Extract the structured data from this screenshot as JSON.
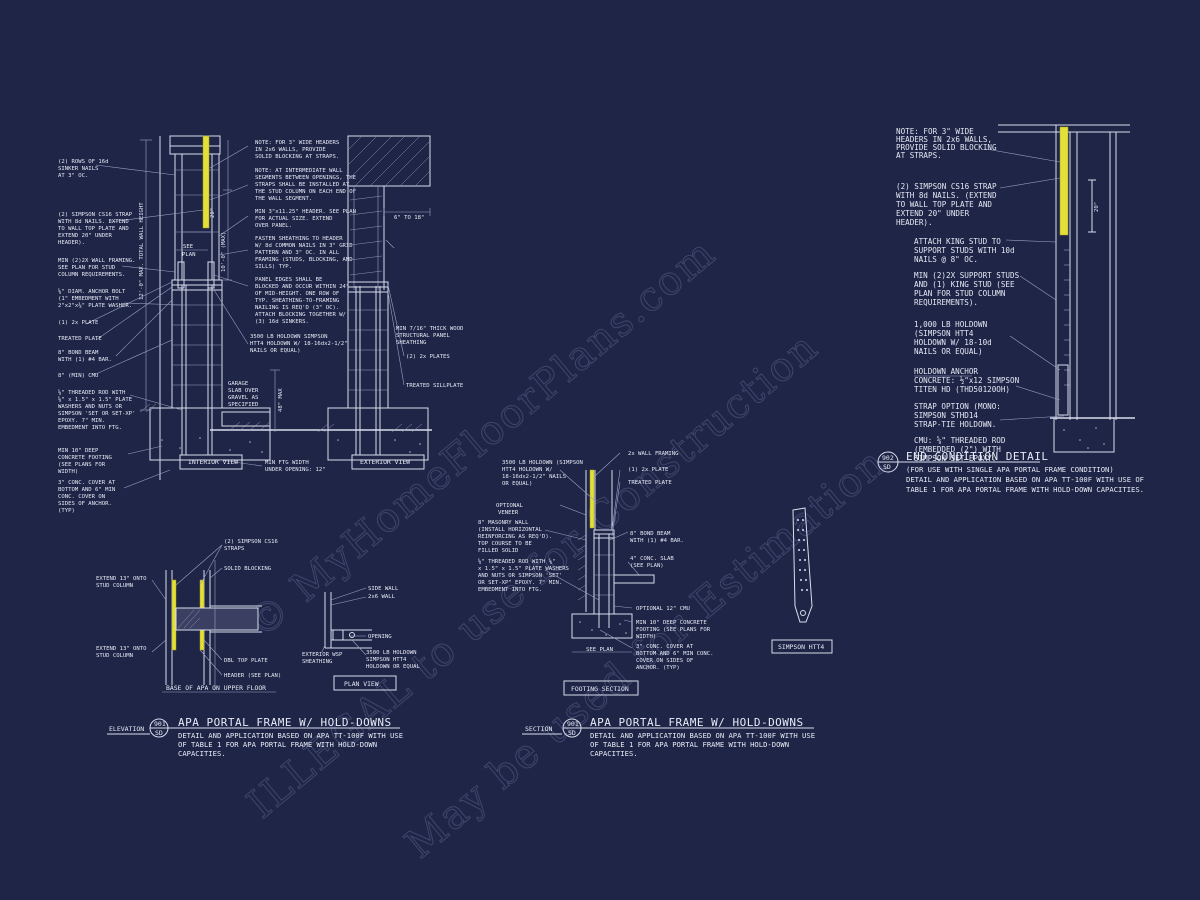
{
  "watermark": {
    "line1": "© MyHomeFloorPlans.com",
    "line2": "ILLEGAL to use for Construction",
    "line3": "May be used for Estimation"
  },
  "interior": {
    "notes_left": [
      "(2) ROWS OF 16d",
      "SINKER NAILS",
      "AT 3\" OC.",
      "(2) SIMPSON CS16 STRAP",
      "WITH 8d NAILS. EXTEND",
      "TO WALL TOP PLATE AND",
      "EXTEND 20\" UNDER",
      "HEADER).",
      "MIN (2)2X WALL FRAMING.",
      "SEE PLAN FOR STUD",
      "COLUMN REQUIREMENTS.",
      "⅝\" DIAM. ANCHOR BOLT",
      "(1\" EMBEDMENT WITH",
      "2\"x2\"x⅜\" PLATE WASHER.",
      "(1) 2x PLATE",
      "TREATED PLATE",
      "8\" BOND BEAM",
      "WITH (1) #4 BAR.",
      "8\" (MIN) CMU",
      "⅝\" THREADED ROD WITH",
      "⅝\" x 1.5\" x 1.5\" PLATE",
      "WASHERS AND NUTS OR",
      "SIMPSON 'SET OR SET-XP'",
      "EPOXY.  7\" MIN.",
      "EMBEDMENT INTO FTG.",
      "MIN 10\" DEEP",
      "CONCRETE FOOTING",
      "(SEE PLANS FOR",
      "WIDTH)",
      "3\" CONC. COVER AT",
      "BOTTOM AND 6\" MIN",
      "CONC. COVER ON",
      "SIDES OF ANCHOR.",
      "(TYP)"
    ],
    "notes_right": [
      "NOTE: FOR 3\" WIDE HEADERS",
      "IN 2x6 WALLS, PROVIDE",
      "SOLID BLOCKING AT STRAPS.",
      "NOTE: AT INTERMEDIATE WALL",
      "SEGMENTS BETWEEN OPENINGS, THE",
      "STRAPS SHALL BE INSTALLED AT",
      "THE STUD COLUMN ON EACH END OF",
      "THE WALL SEGMENT.",
      "MIN 3\"x11.25\" HEADER. SEE PLAN",
      "FOR ACTUAL SIZE. EXTEND",
      "OVER PANEL.",
      "FASTEN SHEATHING TO HEADER",
      "W/ 8d COMMON NAILS IN 3\" GRID",
      "PATTERN AND 3\" OC. IN ALL",
      "FRAMING (STUDS, BLOCKING, AND",
      "SILLS) TYP.",
      "PANEL EDGES SHALL BE",
      "BLOCKED AND OCCUR WITHIN 24\"",
      "OF MID-HEIGHT.  ONE ROW OF",
      "TYP. SHEATHING-TO-FRAMING",
      "NAILING IS REQ'D (3\" OC).",
      "ATTACH BLOCKING TOGETHER W/",
      "(3) 16d SINKERS.",
      "3500 LB HOLDOWN SIMPSON",
      "HTT4 HOLDOWN W/ 18-16dx2-1/2\"",
      "NAILS OR EQUAL)"
    ],
    "dims": [
      "SEE",
      "PLAN",
      "12'-0\" MAX. TOTAL WALL HEIGHT",
      "10'-0\" (MAX)",
      "20\"",
      "48\" MAX"
    ],
    "garage_note": [
      "GARAGE",
      "SLAB OVER",
      "GRAVEL AS",
      "SPECIFIED"
    ],
    "min_ftg": [
      "MIN FTG WIDTH",
      "UNDER OPENING: 12\""
    ],
    "label": "INTERIOR VIEW"
  },
  "exterior": {
    "dim": "6\" TO 18\"",
    "notes": [
      "MIN 7/16\" THICK WOOD",
      "STRUCTURAL PANEL",
      "SHEATHING",
      "(2) 2x PLATES",
      "TREATED SILLPLATE"
    ],
    "label": "EXTERIOR VIEW"
  },
  "base": {
    "notes": [
      "(2) SIMPSON CS16",
      "STRAPS",
      "SOLID BLOCKING",
      "EXTEND 13\" ONTO",
      "STUD COLUMN",
      "EXTEND 13\" ONTO",
      "STUD COLUMN",
      "DBL TOP PLATE",
      "HEADER (SEE PLAN)"
    ],
    "label": "BASE OF APA ON UPPER FLOOR"
  },
  "plan": {
    "notes": [
      "SIDE WALL",
      "2x6 WALL",
      "OPENING",
      "EXTERIOR WSP",
      "SHEATHING",
      "3500 LB HOLDOWN",
      "SIMPSON HTT4",
      "HOLDOWN OR EQUAL"
    ],
    "label": "PLAN VIEW"
  },
  "title1": {
    "tag": "ELEVATION",
    "num": "901",
    "sheet": "SD",
    "title": "APA PORTAL FRAME W/ HOLD-DOWNS",
    "desc": [
      "DETAIL AND APPLICATION BASED ON APA TT-100F WITH USE",
      "OF TABLE 1 FOR APA PORTAL FRAME WITH HOLD-DOWN",
      "CAPACITIES."
    ]
  },
  "footing": {
    "notes": [
      "3500 LB HOLDOWN (SIMPSON",
      "HTT4 HOLDOWN W/",
      "18-16dx2-1/2\" NAILS",
      "OR EQUAL)",
      "2x WALL FRAMING",
      "(1) 2x PLATE",
      "TREATED PLATE",
      "OPTIONAL",
      "VENEER",
      "8\" MASONRY WALL",
      "(INSTALL HORIZONTAL",
      "REINFORCING AS REQ'D).",
      "TOP COURSE TO BE",
      "FILLED SOLID",
      "⅝\" THREADED ROD WITH ⅝\"",
      "x 1.5\" x 1.5\" PLATE WASHERS",
      "AND NUTS OR SIMPSON 'SET'",
      "OR SET-XP\" EPOXY.  7\" MIN.",
      "EMBEDMENT INTO FTG.",
      "8\" BOND BEAM",
      "WITH (1) #4 BAR.",
      "4\" CONC. SLAB",
      "(SEE PLAN)",
      "OPTIONAL 12\" CMU",
      "MIN 10\" DEEP CONCRETE",
      "FOOTING (SEE PLANS FOR",
      "WIDTH)",
      "3\" CONC. COVER AT",
      "BOTTOM AND 6\" MIN CONC.",
      "COVER ON SIDES OF",
      "ANCHOR. (TYP)",
      "SEE PLAN"
    ],
    "label": "FOOTING SECTION"
  },
  "htt4": {
    "label": "SIMPSON HTT4"
  },
  "title2": {
    "tag": "SECTION",
    "num": "901",
    "sheet": "SD",
    "title": "APA PORTAL FRAME W/ HOLD-DOWNS",
    "desc": [
      "DETAIL AND APPLICATION BASED ON APA TT-100F WITH USE",
      "OF TABLE 1 FOR APA PORTAL FRAME WITH HOLD-DOWN",
      "CAPACITIES."
    ]
  },
  "end": {
    "notes": [
      "NOTE: FOR 3\" WIDE",
      "HEADERS IN 2x6 WALLS,",
      "PROVIDE SOLID BLOCKING",
      "AT STRAPS.",
      "(2) SIMPSON CS16 STRAP",
      "WITH 8d NAILS. (EXTEND",
      "TO WALL TOP PLATE AND",
      "EXTEND 20\" UNDER",
      "HEADER).",
      "ATTACH KING STUD TO",
      "SUPPORT STUDS WITH 10d",
      "NAILS @ 8\" OC.",
      "MIN (2)2X SUPPORT STUDS",
      "AND (1) KING STUD (SEE",
      "PLAN FOR STUD COLUMN",
      "REQUIREMENTS).",
      "1,000 LB HOLDOWN",
      "(SIMPSON HTT4",
      "HOLDOWN W/ 18-10d",
      "NAILS OR EQUAL)",
      "HOLDOWN ANCHOR",
      "CONCRETE: ½\"x12 SIMPSON",
      "TITEN HD (THD50120OH)",
      "STRAP OPTION (MONO:",
      "SIMPSON STHD14",
      "STRAP-TIE HOLDOWN.",
      "CMU: ⅝\" THREADED ROD",
      "(EMBEDDED (2\") WITH",
      "SIMPSON SET EPOXY."
    ],
    "dim": "20\"",
    "num": "902",
    "sheet": "SD",
    "title": "END CONDITION DETAIL",
    "desc": [
      "(FOR USE WITH SINGLE APA PORTAL FRAME CONDITION)",
      "DETAIL AND APPLICATION BASED ON APA TT-100F WITH USE OF",
      "TABLE 1 FOR APA PORTAL FRAME WITH HOLD-DOWN CAPACITIES."
    ]
  }
}
